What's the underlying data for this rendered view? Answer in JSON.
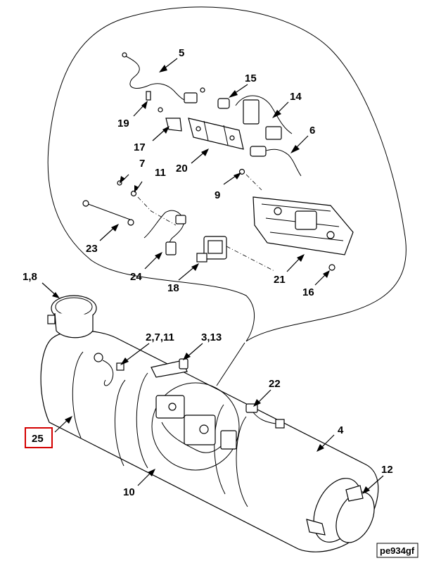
{
  "callouts": {
    "c5": "5",
    "c15": "15",
    "c14": "14",
    "c6": "6",
    "c19": "19",
    "c17": "17",
    "c20": "20",
    "c7": "7",
    "c11": "11",
    "c9": "9",
    "c23": "23",
    "c24": "24",
    "c18": "18",
    "c21": "21",
    "c16": "16",
    "c18a": "1,8",
    "c2711": "2,7,11",
    "c313": "3,13",
    "c22": "22",
    "c25": "25",
    "c4": "4",
    "c12": "12",
    "c10": "10"
  },
  "highlight_callout": "25",
  "highlight_color": "#d40000",
  "figure_id": "pe934gf"
}
